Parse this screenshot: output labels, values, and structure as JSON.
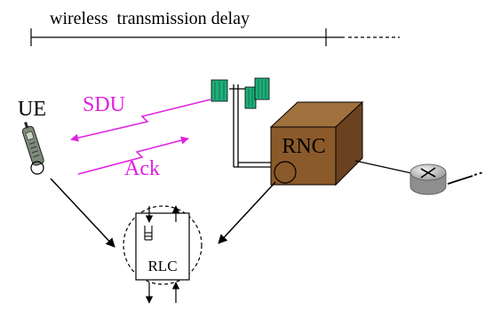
{
  "header": {
    "delay_label": "wireless  transmission delay"
  },
  "nodes": {
    "ue_label": "UE",
    "rnc_label": "RNC",
    "rlc_label": "RLC"
  },
  "messages": {
    "sdu_label": "SDU",
    "ack_label": "Ack"
  },
  "colors": {
    "message": "#e020e0",
    "rnc_face": "#8b5a2b",
    "rnc_top": "#a0713d",
    "rnc_side": "#6b4220",
    "antenna": "#1fae7a",
    "router": "#b8b8b8"
  }
}
